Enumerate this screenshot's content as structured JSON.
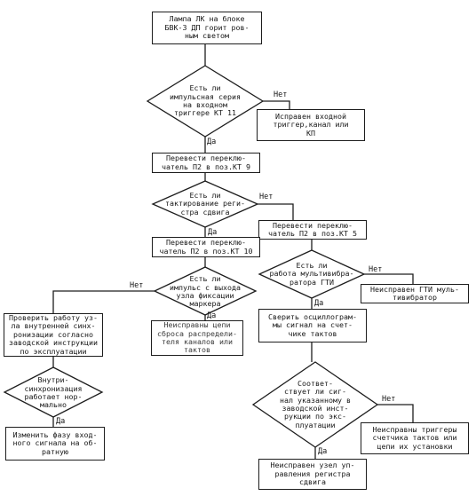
{
  "nodes": {
    "n1": "Лампа ЛК на блоке\nБВК-3 ДП горит ров-\nным светом",
    "d1": "Есть ли\nимпульсная серия\nна входном\nтриггере КТ 11",
    "n2": "Исправен входной\nтриггер,канал или\nКП",
    "n3": "Перевести переклю-\nчатель П2 в поз.КТ 9",
    "d2": "Есть ли\nтактирование реги-\nстра сдвига",
    "n4": "Перевести переклю-\nчатель П2 в поз.КТ 5",
    "n5": "Перевести переклю-\nчатель П2 в поз.КТ 10",
    "d3": "Есть ли\nимпульс с выхода\nузла фиксации\nмаркера",
    "d4": "Есть ли\nработа мультивибра-\nратора ГТИ",
    "n6": "Неисправен ГТИ муль-\nтивибратор",
    "n7": "Проверить работу уз-\nла внутренней синх-\nронизации согласно\nзаводской инструкции\nпо эксплуатации",
    "n8": "Неисправны цепи\nсброса распредели-\nтеля каналов или\nтактов",
    "n9": "Сверить осциллограм-\nмы сигнал на счет-\nчике тактов",
    "d5": "Внутри-\nсинхронизация\nработает нор-\nмально",
    "d6": "Соответ-\nствует ли сиг-\nнал указанному в\nзаводской инст-\nрукции по экс-\nплуатации",
    "n10": "Неисправны триггеры\nсчетчика тактов или\nцепи их установки",
    "n11": "Изменить фазу вход-\nного сигнала на об-\nратную",
    "n12": "Неисправен узел уп-\nравления регистра\nсдвига"
  },
  "labels": {
    "yes": "Да",
    "no": "Нет"
  }
}
